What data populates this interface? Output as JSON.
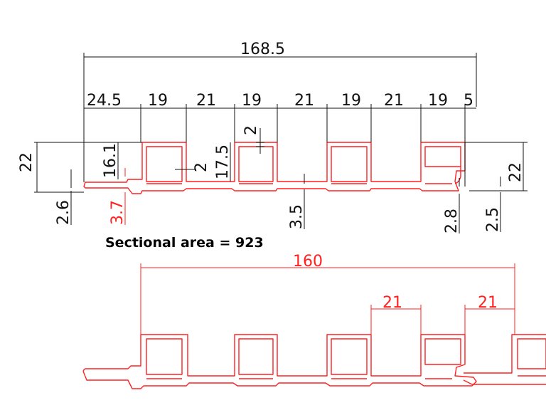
{
  "caption": "Sectional area = 923",
  "colors": {
    "dimension": "#111111",
    "profile": "#ff2020",
    "background": "#ffffff"
  },
  "top_view": {
    "overall_width": "168.5",
    "segments": [
      "24.5",
      "19",
      "21",
      "19",
      "21",
      "19",
      "21",
      "19",
      "5"
    ],
    "left_height": "22",
    "right_height": "22",
    "inner_height": "16.1",
    "cell_height": "17.5",
    "wall_small": "2",
    "top_wall": "2",
    "lip_left": "2.6",
    "lip_left_red": "3.7",
    "bottom_web": "3.5",
    "lip_right": "2.8",
    "lip_right_outer": "2.5"
  },
  "bottom_view": {
    "overall_width": "160",
    "gap_a": "21",
    "gap_b": "21"
  }
}
